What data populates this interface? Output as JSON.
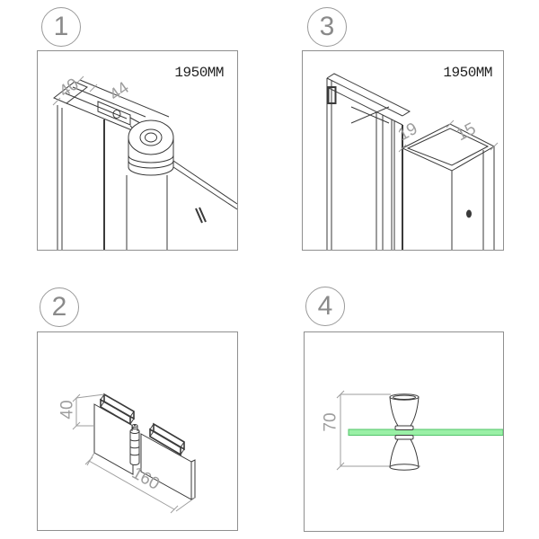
{
  "page": {
    "title": "Shower door hardware detail diagram",
    "background": "#ffffff"
  },
  "colors": {
    "bg": "#ffffff",
    "line": "#3a3a3a",
    "dim": "#9e9e9e",
    "box_border": "#8f8f8f",
    "circle_border": "#9a9a9a",
    "badge_text": "#8a8a8a",
    "length_text": "#1e1e1e",
    "glass_fill": "#9af0a6",
    "glass_stroke": "#53c46a"
  },
  "panels": {
    "p1": {
      "badge": "1",
      "length": "1950MM",
      "dim_a": "40",
      "dim_b": "44",
      "desc": "Top pivot roller on wall profile, isometric view"
    },
    "p2": {
      "badge": "2",
      "dim_a": "40",
      "dim_b": "160",
      "desc": "Glass-to-glass hinge with clamp plates, isometric view"
    },
    "p3": {
      "badge": "3",
      "length": "1950MM",
      "dim_a": "19",
      "dim_b": "15",
      "desc": "Wall channel aluminium profiles, isometric view"
    },
    "p4": {
      "badge": "4",
      "dim_a": "70",
      "desc": "Double-sided knob mounted through glass panel, front view"
    }
  }
}
